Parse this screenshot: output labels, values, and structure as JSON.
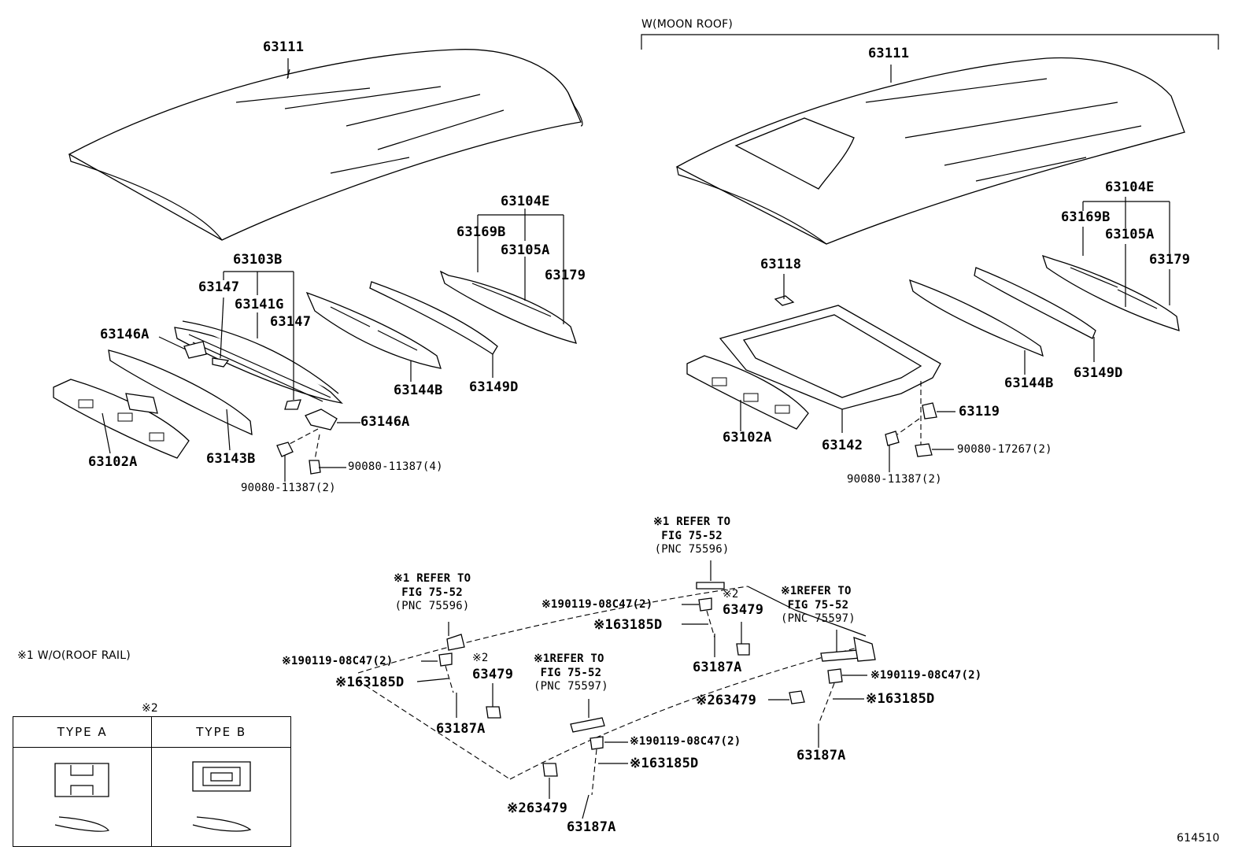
{
  "header": {
    "moon_roof_label": "W(MOON ROOF)"
  },
  "footnote": {
    "wo_roof_rail": "※1 W/O(ROOF RAIL)"
  },
  "figure_number": "614510",
  "type_table": {
    "mark": "※2",
    "columns": [
      "TYPE  A",
      "TYPE  B"
    ]
  },
  "left_group": {
    "roof_panel": "63111",
    "rear_reinf_assy": "63104E",
    "clip_b": "63169B",
    "rear_header": "63105A",
    "rear_pad": "63179",
    "center_reinf_assy": "63103B",
    "stay_1": "63147",
    "reinf_g": "63141G",
    "stay_2": "63147",
    "bracket_1": "63146A",
    "reinf_b": "63144B",
    "reinf_d": "63149D",
    "bracket_2": "63146A",
    "front_header": "63102A",
    "front_reinf": "63143B",
    "bolt_a": "90080-11387(4)",
    "bolt_b": "90080-11387(2)"
  },
  "right_group": {
    "roof_panel": "63111",
    "rear_reinf_assy": "63104E",
    "clip_b": "63169B",
    "rear_header": "63105A",
    "rear_pad": "63179",
    "stay": "63118",
    "reinf_b": "63144B",
    "reinf_d": "63149D",
    "bracket": "63119",
    "front_header": "63102A",
    "moon_roof_reinf": "63142",
    "nut": "90080-17267(2)",
    "bolt": "90080-11387(2)"
  },
  "rail_group": {
    "ref_top": [
      "※1 REFER TO",
      "FIG 75-52",
      "(PNC 75596)"
    ],
    "ref_left": [
      "※1 REFER TO",
      "FIG 75-52",
      "(PNC 75596)"
    ],
    "ref_right": [
      "※1REFER TO",
      "FIG 75-52",
      "(PNC 75597)"
    ],
    "ref_mid": [
      "※1REFER TO",
      "FIG 75-52",
      "(PNC 75597)"
    ],
    "bolt_top": "※190119-08C47(2)",
    "clip_top_mark": "※2",
    "clip_top": "63479",
    "cover_top": "※163185D",
    "holder_top": "63187A",
    "bolt_left": "※190119-08C47(2)",
    "clip_left_mark": "※2",
    "clip_left": "63479",
    "cover_left": "※163185D",
    "holder_left": "63187A",
    "bolt_right": "※190119-08C47(2)",
    "clip_right": "※263479",
    "cover_right": "※163185D",
    "holder_right": "63187A",
    "bolt_mid": "※190119-08C47(2)",
    "cover_mid": "※163185D",
    "clip_mid": "※263479",
    "holder_mid": "63187A"
  }
}
